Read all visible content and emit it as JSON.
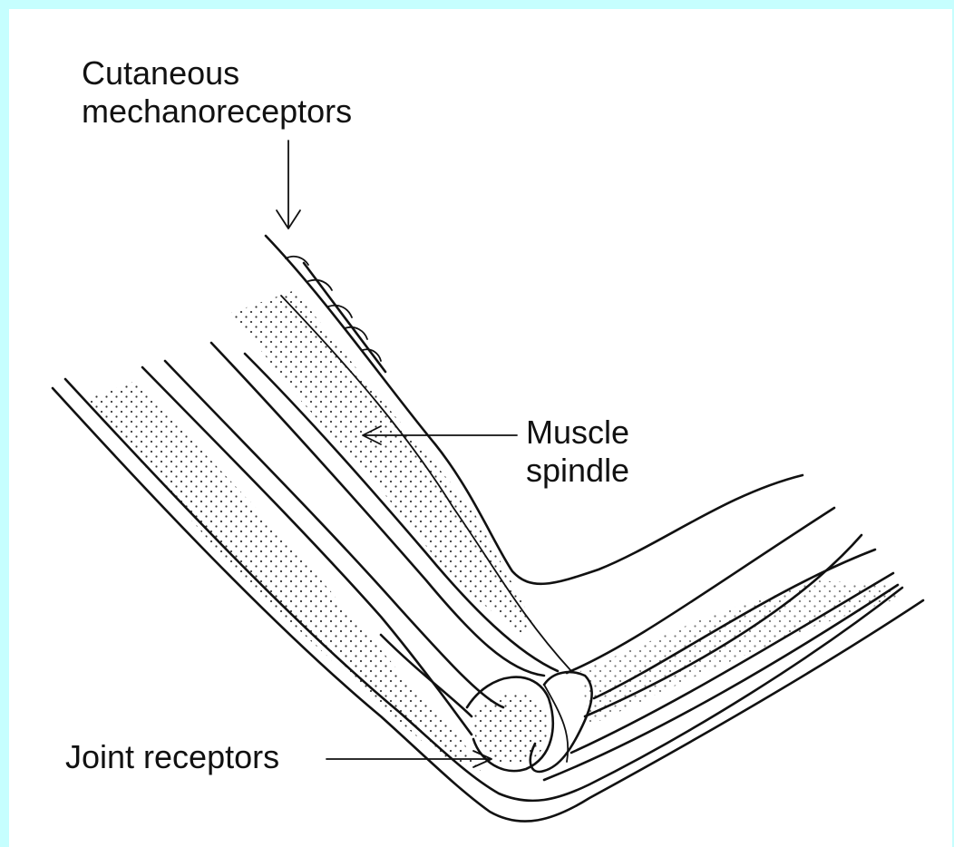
{
  "labels": {
    "cutaneous_line1": "Cutaneous",
    "cutaneous_line2": "mechanoreceptors",
    "muscle_line1": "Muscle",
    "muscle_line2": "spindle",
    "joint": "Joint receptors"
  },
  "colors": {
    "background": "#c6fefe",
    "panel": "#ffffff",
    "ink": "#111111"
  }
}
